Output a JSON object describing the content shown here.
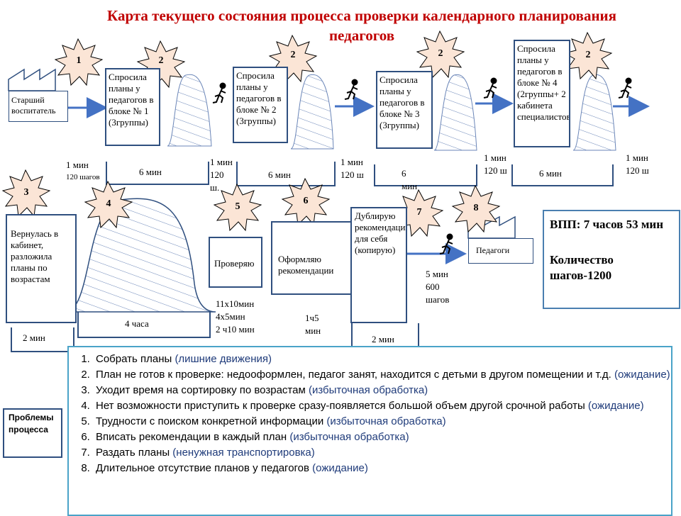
{
  "title": {
    "line1": "Карта текущего состояния процесса проверки  календарного планирования",
    "line2": "педагогов"
  },
  "supplier": "Старший воспитатель",
  "customer": "Педагоги",
  "steps_row1": [
    {
      "text": "Спросила планы у педагогов в блоке № 1 (3группы)",
      "burst": "2"
    },
    {
      "text": "Спросила планы у педагогов в блоке № 2 (3группы)",
      "burst": "2"
    },
    {
      "text": "Спросила планы у педагогов в блоке № 3 (3группы)",
      "burst": "2"
    },
    {
      "text": "Спросила планы у педагогов в блоке № 4 (2группы+ 2 кабинета специалистов)",
      "burst": "2"
    }
  ],
  "steps_row2": [
    {
      "text": "Вернулась в кабинет, разложила планы по возрастам",
      "burst": "3"
    },
    {
      "text": "",
      "burst": "4"
    },
    {
      "text": "Проверяю",
      "burst": "5"
    },
    {
      "text": "Оформляю рекомендации",
      "burst": "6"
    },
    {
      "text": "Дублирую рекомендации для себя (копирую)",
      "burst": "7"
    }
  ],
  "bursts_extra": {
    "b1": "1",
    "b8": "8"
  },
  "times_row1": {
    "t1a": "1 мин",
    "t1b": "120 шагов",
    "c1": "6 мин",
    "t2a": "1 мин",
    "t2b": "120",
    "t2c": "ш.",
    "c2": "6 мин",
    "t3a": "1 мин",
    "t3b": "120 ш",
    "c3": "6",
    "c3b": "мин",
    "t4a": "1 мин",
    "t4b": "120 ш",
    "c4": "6 мин",
    "t5a": "1 мин",
    "t5b": "120 ш"
  },
  "times_row2": {
    "d1": "2 мин",
    "d2": "4 часа",
    "d3a": "11х10мин",
    "d3b": "4х5мин",
    "d3c": "2 ч10 мин",
    "d4a": "1ч5",
    "d4b": "мин",
    "d5": "2 мин",
    "d6a": "5 мин",
    "d6b": "600",
    "d6c": "шагов"
  },
  "summary": {
    "vpp": "ВПП: 7 часов  53 мин",
    "steps": "Количество шагов-1200"
  },
  "problems_label": "Проблемы процесса",
  "problems": [
    {
      "text": "Собрать планы",
      "waste": "(лишние движения)"
    },
    {
      "text": "План не готов к проверке: недооформлен, педагог  занят, находится с детьми в другом помещении и т.д.",
      "waste": "(ожидание)"
    },
    {
      "text": "Уходит время на сортировку по возрастам",
      "waste": "(избыточная обработка)"
    },
    {
      "text": "Нет  возможности приступить к проверке сразу-появляется большой объем другой срочной работы",
      "waste": "(ожидание)"
    },
    {
      "text": "Трудности с поиском конкретной информации",
      "waste": "(избыточная обработка)"
    },
    {
      "text": "Вписать рекомендации в каждый план",
      "waste": "(избыточная обработка)"
    },
    {
      "text": "Раздать планы ",
      "waste": "(ненужная транспортировка)"
    },
    {
      "text": "Длительное отсутствие планов у педагогов",
      "waste": "(ожидание)"
    }
  ]
}
